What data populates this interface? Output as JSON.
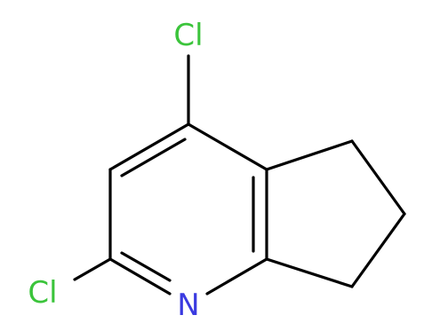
{
  "molecule": {
    "atoms": [
      {
        "id": "cl4",
        "label": "Cl",
        "color": "#3bc43b"
      },
      {
        "id": "cl2",
        "label": "Cl",
        "color": "#3bc43b"
      },
      {
        "id": "n1",
        "label": "N",
        "color": "#3a3ae0"
      }
    ],
    "bond_color": "#000000"
  }
}
